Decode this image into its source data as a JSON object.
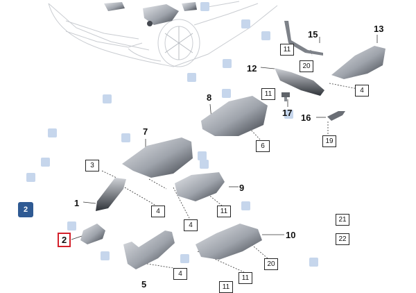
{
  "callouts": {
    "n1": "1",
    "n2": "2",
    "n5": "5",
    "n7": "7",
    "n8": "8",
    "n9": "9",
    "n10": "10",
    "n12": "12",
    "n13": "13",
    "n15": "15",
    "n16": "16",
    "n17": "17"
  },
  "ref_boxes": {
    "b3": "3",
    "b4_a": "4",
    "b4_b": "4",
    "b4_c": "4",
    "b4_d": "4",
    "b6": "6",
    "b11_a": "11",
    "b11_b": "11",
    "b11_c": "11",
    "b11_d": "11",
    "b11_e": "11",
    "b19": "19",
    "b20_a": "20",
    "b20_b": "20",
    "b21": "21",
    "b22": "22"
  },
  "selected_badge": "2",
  "colors": {
    "accent": "#2f5a93",
    "highlight_border": "#d3202a",
    "marker": "#c6d6ec",
    "part": "#3d4046"
  }
}
